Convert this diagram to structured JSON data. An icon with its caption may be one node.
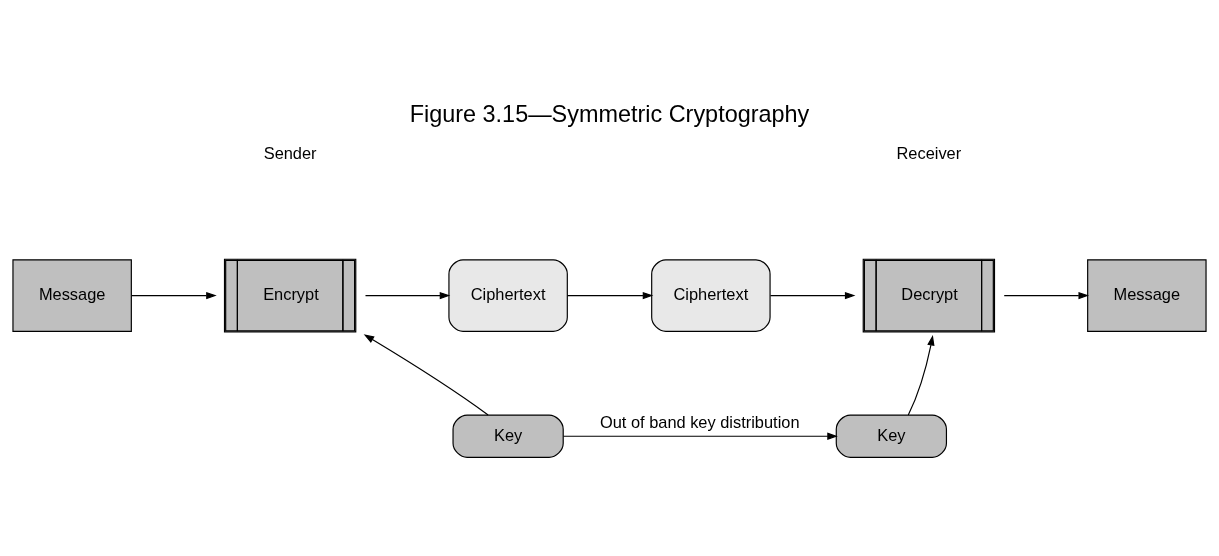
{
  "diagram": {
    "title": "Figure 3.15—Symmetric Cryptography",
    "nodes": [
      {
        "text": [
          "Message"
        ]
      },
      {
        "text": [
          "Encrypt"
        ]
      },
      {
        "text": [
          "Ciphertext"
        ]
      },
      {
        "text": [
          "Ciphertext"
        ]
      },
      {
        "text": [
          "Decrypt"
        ]
      },
      {
        "text": [
          "Message"
        ]
      },
      {
        "text": [
          "Key"
        ]
      },
      {
        "text": [
          "Key"
        ]
      }
    ],
    "edges": [
      {
        "from": 0,
        "to": 1,
        "arrow": "to"
      },
      {
        "from": 1,
        "to": 2,
        "arrow": "to"
      },
      {
        "from": 2,
        "to": 3,
        "arrow": "to"
      },
      {
        "from": 3,
        "to": 4,
        "arrow": "to"
      },
      {
        "from": 4,
        "to": 5,
        "arrow": "to"
      },
      {
        "from": 6,
        "to": 1,
        "arrow": "to"
      },
      {
        "from": 7,
        "to": 4,
        "arrow": "to"
      },
      {
        "from": 6,
        "to": 7,
        "label": "Out of band key distribution",
        "arrow": "to"
      }
    ],
    "labels": [
      "Sender",
      "Receiver"
    ]
  }
}
